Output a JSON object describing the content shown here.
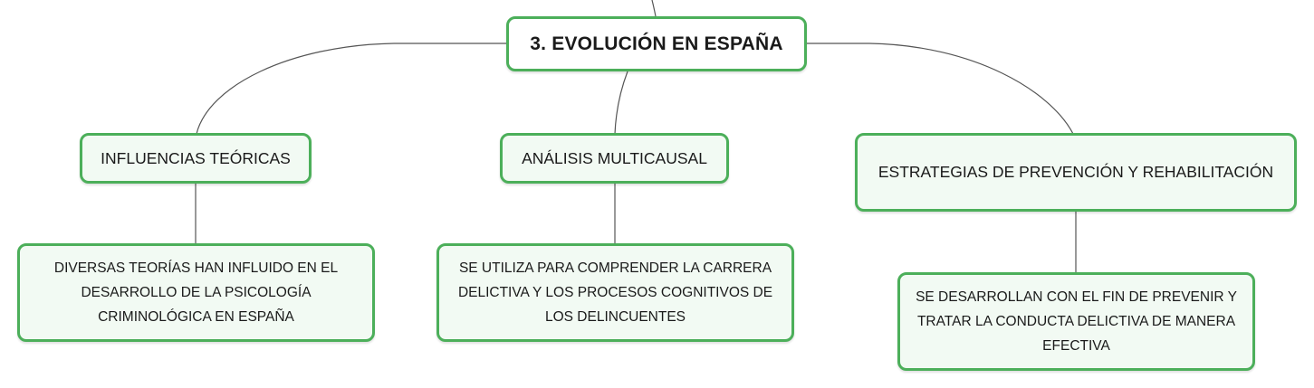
{
  "mindmap": {
    "root": {
      "label": "3. EVOLUCIÓN EN ESPAÑA"
    },
    "topics": [
      {
        "label": "INFLUENCIAS TEÓRICAS",
        "detail": "DIVERSAS TEORÍAS HAN INFLUIDO EN EL DESARROLLO DE LA PSICOLOGÍA CRIMINOLÓGICA EN ESPAÑA"
      },
      {
        "label": "ANÁLISIS MULTICAUSAL",
        "detail": "SE UTILIZA PARA COMPRENDER LA CARRERA DELICTIVA Y LOS PROCESOS COGNITIVOS DE LOS DELINCUENTES"
      },
      {
        "label": "ESTRATEGIAS DE PREVENCIÓN Y REHABILITACIÓN",
        "detail": "SE DESARROLLAN CON EL FIN DE PREVENIR Y TRATAR LA CONDUCTA DELICTIVA DE MANERA EFECTIVA"
      }
    ]
  },
  "colors": {
    "node_border": "#4caf5a",
    "node_fill": "#f2faf3",
    "root_fill": "#ffffff",
    "connector": "#555555",
    "text": "#1a1a1a"
  }
}
